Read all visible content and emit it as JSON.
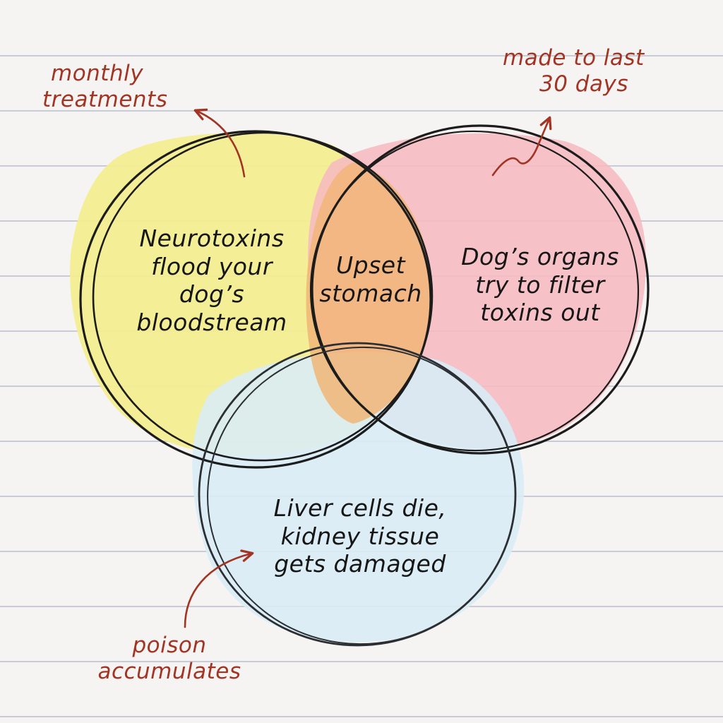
{
  "diagram": {
    "type": "venn",
    "circles": [
      {
        "id": "yellow",
        "label_lines": [
          "Neurotoxins",
          "flood your",
          "dog’s",
          "bloodstream"
        ],
        "fill": "#f3ee8e",
        "stroke": "#1c1c1c"
      },
      {
        "id": "pink",
        "label_lines": [
          "Dog’s organs",
          "try to filter",
          "toxins out"
        ],
        "fill": "#f6b9c0",
        "stroke": "#1c1c1c"
      },
      {
        "id": "blue",
        "label_lines": [
          "Liver cells die,",
          "kidney tissue",
          "gets damaged"
        ],
        "fill": "#d9ecf5",
        "stroke": "#2b2f33"
      }
    ],
    "overlap": {
      "circles": [
        "yellow",
        "pink"
      ],
      "label_lines": [
        "Upset",
        "stomach"
      ],
      "fill": "#f1b578"
    }
  },
  "annotations": [
    {
      "id": "monthly",
      "lines": [
        "monthly",
        "treatments"
      ],
      "points_to": "yellow",
      "arrow_icon": "curved-arrow-icon"
    },
    {
      "id": "thirty",
      "lines": [
        "made to last",
        "30 days"
      ],
      "points_to": "pink",
      "arrow_icon": "squiggle-arrow-icon"
    },
    {
      "id": "poison",
      "lines": [
        "poison",
        "accumulates"
      ],
      "points_to": "blue",
      "arrow_icon": "curved-arrow-icon"
    }
  ],
  "colors": {
    "paper": "#f5f4f2",
    "rule_lines": "#c9ccd6",
    "annotation_text": "#a23424",
    "main_text": "#161616"
  }
}
